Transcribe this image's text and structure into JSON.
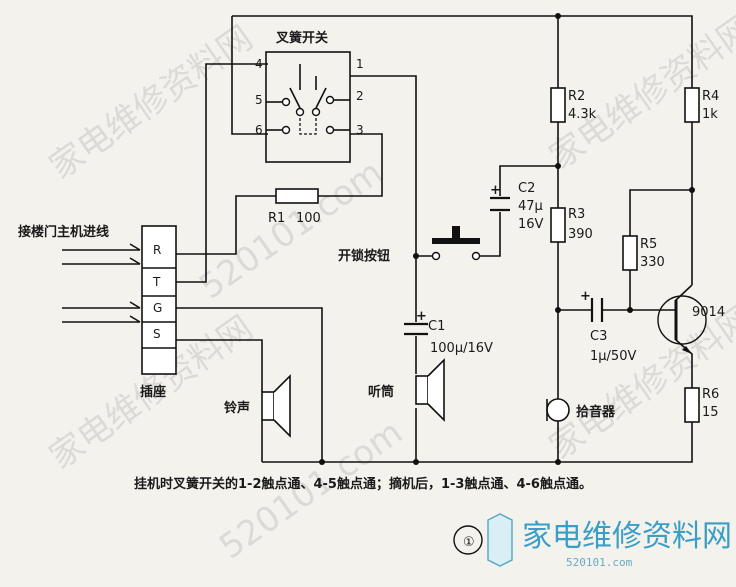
{
  "watermark": {
    "text_1": "家电维修资料网",
    "text_2": "520101.com"
  },
  "labels": {
    "hook_switch": "叉簧开关",
    "input_line": "接楼门主机进线",
    "socket": "插座",
    "unlock_button": "开锁按钮",
    "ringer": "铃声",
    "handset": "听筒",
    "pickup": "拾音器",
    "caption": "挂机时叉簧开关的1-2触点通、4-5触点通；摘机后，1-3触点通、4-6触点通。",
    "figure_number": "①"
  },
  "hook_switch_pins": [
    "1",
    "2",
    "3",
    "4",
    "5",
    "6"
  ],
  "socket_pins": [
    "R",
    "T",
    "G",
    "S"
  ],
  "components": {
    "R1": {
      "name": "R1",
      "value": "100"
    },
    "R2": {
      "name": "R2",
      "value": "4.3k"
    },
    "R3": {
      "name": "R3",
      "value": "390"
    },
    "R4": {
      "name": "R4",
      "value": "1k"
    },
    "R5": {
      "name": "R5",
      "value": "330"
    },
    "R6": {
      "name": "R6",
      "value": "15"
    },
    "C1": {
      "name": "C1",
      "value": "100μ/16V"
    },
    "C2": {
      "name": "C2",
      "value": "47μ",
      "voltage": "16V"
    },
    "C3": {
      "name": "C3",
      "value": "1μ/50V"
    },
    "transistor": {
      "name": "9014"
    }
  },
  "logo": {
    "text": "家电维修资料网",
    "url_text": "520101.com"
  }
}
